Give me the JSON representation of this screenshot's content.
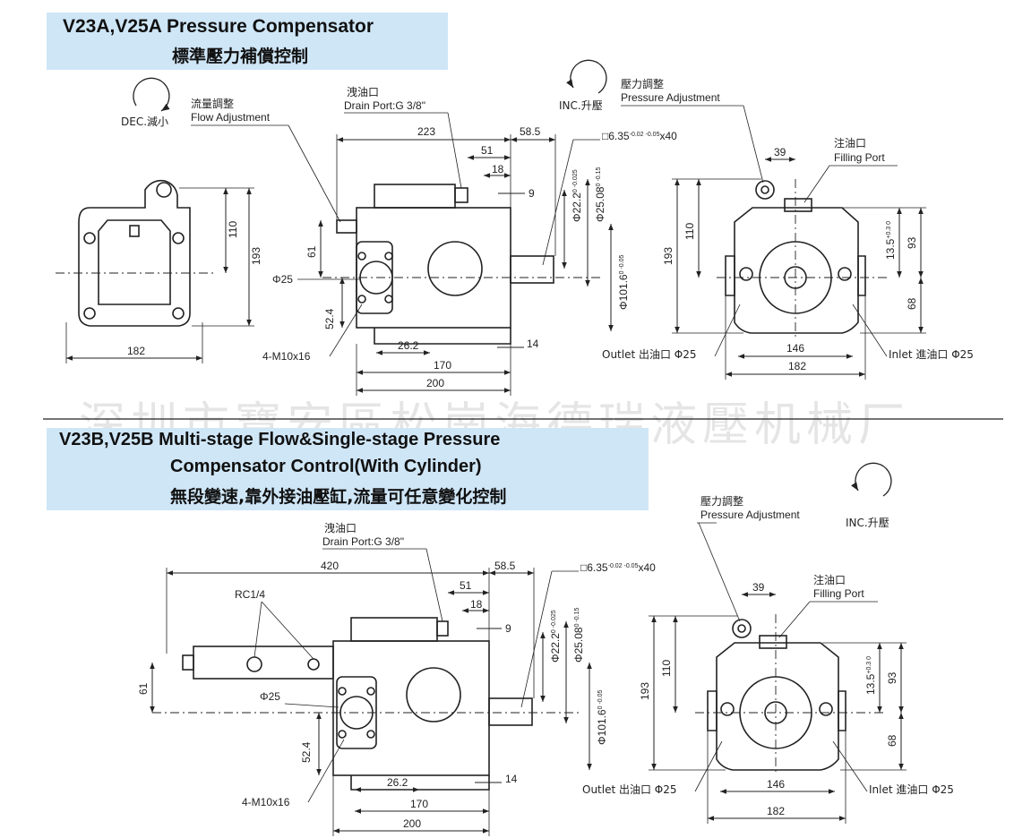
{
  "top": {
    "title_en": "V23A,V25A Pressure Compensator",
    "title_zh": "標準壓力補償控制",
    "dec_label": "DEC.減小",
    "inc_label": "INC.升壓",
    "flow_adj_zh": "流量調整",
    "flow_adj_en": "Flow Adjustment",
    "drain_zh": "洩油口",
    "drain_en": "Drain Port:G 3/8\"",
    "pressure_adj_zh": "壓力調整",
    "pressure_adj_en": "Pressure Adjustment",
    "filling_zh": "注油口",
    "filling_en": "Filling Port",
    "key": "□6.35",
    "key_tol": "-0.02 -0.05",
    "key_len": "x40",
    "dims": {
      "d110": "110",
      "d193": "193",
      "d182": "182",
      "d223": "223",
      "d58_5": "58.5",
      "d51": "51",
      "d18": "18",
      "d9": "9",
      "d61": "61",
      "phi25": "Φ25",
      "d52_4": "52.4",
      "bolts": "4-M10x16",
      "d26_2": "26.2",
      "d14": "14",
      "d170": "170",
      "d200": "200",
      "phi22_2": "Φ22.2",
      "phi22_2_tol": "0 -0.025",
      "phi25_08": "Φ25.08",
      "phi25_08_tol": "0 -0.15",
      "phi101_6": "Φ101.6",
      "phi101_6_tol": "0 -0.05",
      "d39": "39",
      "d110b": "110",
      "d193b": "193",
      "d13_5": "13.5",
      "d13_5_tol": "+0.3 0",
      "d93": "93",
      "d68": "68",
      "d146": "146",
      "d182b": "182",
      "outlet": "Outlet 出油口 Φ25",
      "inlet": "Inlet 進油口 Φ25"
    }
  },
  "bottom": {
    "title_l1": "V23B,V25B Multi-stage Flow&Single-stage Pressure",
    "title_l2": "Compensator Control(With Cylinder)",
    "title_l3": "無段變速,靠外接油壓缸,流量可任意變化控制",
    "drain_zh": "洩油口",
    "drain_en": "Drain Port:G 3/8\"",
    "pressure_adj_zh": "壓力調整",
    "pressure_adj_en": "Pressure Adjustment",
    "inc_label": "INC.升壓",
    "filling_zh": "注油口",
    "filling_en": "Filling Port",
    "rc": "RC1/4",
    "key": "□6.35",
    "key_tol": "-0.02 -0.05",
    "key_len": "x40",
    "dims": {
      "d420": "420",
      "d58_5": "58.5",
      "d51": "51",
      "d18": "18",
      "d9": "9",
      "d61": "61",
      "phi25": "Φ25",
      "d52_4": "52.4",
      "bolts": "4-M10x16",
      "d26_2": "26.2",
      "d14": "14",
      "d170": "170",
      "d200": "200",
      "phi22_2": "Φ22.2",
      "phi22_2_tol": "0 -0.025",
      "phi25_08": "Φ25.08",
      "phi25_08_tol": "0 -0.15",
      "phi101_6": "Φ101.6",
      "phi101_6_tol": "0 -0.05",
      "d39": "39",
      "d110": "110",
      "d193": "193",
      "d13_5": "13.5",
      "d13_5_tol": "+0.3 0",
      "d93": "93",
      "d68": "68",
      "d146": "146",
      "d182": "182",
      "outlet": "Outlet 出油口 Φ25",
      "inlet": "Inlet 進油口 Φ25"
    }
  },
  "watermark": "深圳市寶安區松崗海德瑞液壓机械厂"
}
